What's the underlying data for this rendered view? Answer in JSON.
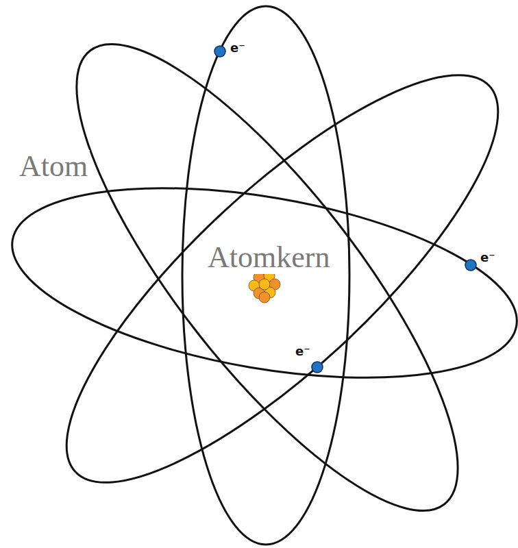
{
  "diagram": {
    "labels": [
      "Atom",
      "Atomkern",
      "e⁻",
      "e⁻",
      "e⁻"
    ]
  }
}
